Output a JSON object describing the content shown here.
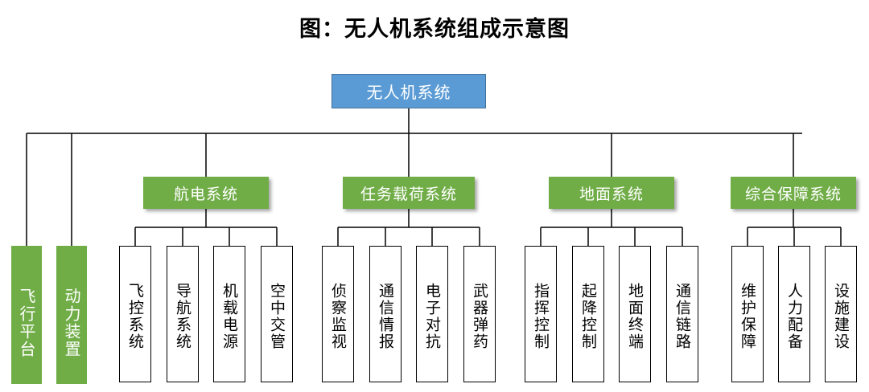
{
  "title": "图：无人机系统组成示意图",
  "root": "无人机系统",
  "direct": [
    {
      "label": "飞行平台"
    },
    {
      "label": "动力装置"
    }
  ],
  "categories": [
    {
      "label": "航电系统",
      "items": [
        "飞控系统",
        "导航系统",
        "机载电源",
        "空中交管"
      ]
    },
    {
      "label": "任务载荷系统",
      "items": [
        "侦察监视",
        "通信情报",
        "电子对抗",
        "武器弹药"
      ]
    },
    {
      "label": "地面系统",
      "items": [
        "指挥控制",
        "起降控制",
        "地面终端",
        "通信链路"
      ]
    },
    {
      "label": "综合保障系统",
      "items": [
        "维护保障",
        "人力配备",
        "设施建设"
      ]
    }
  ],
  "colors": {
    "root": "#5b9bd5",
    "category": "#70ad47",
    "line": "#000000"
  }
}
